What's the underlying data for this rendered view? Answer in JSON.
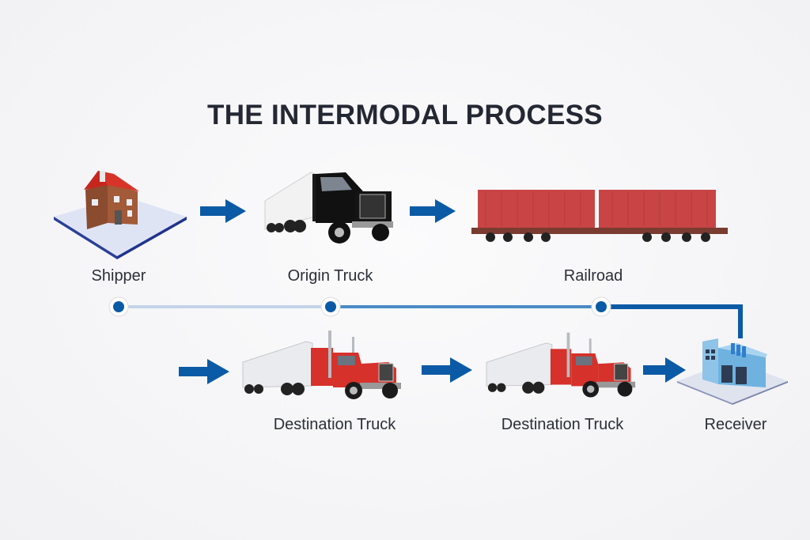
{
  "title": "THE INTERMODAL PROCESS",
  "colors": {
    "accent": "#0b5aa6",
    "text": "#232833",
    "container_red": "#c94545",
    "truck_red": "#d6312a"
  },
  "steps": [
    {
      "label": "Shipper",
      "icon": "house-icon"
    },
    {
      "label": "Origin Truck",
      "icon": "black-semi-truck-icon"
    },
    {
      "label": "Railroad",
      "icon": "container-railcar-icon"
    },
    {
      "label": "Destination Truck",
      "icon": "red-semi-truck-icon"
    },
    {
      "label": "Destination Truck",
      "icon": "red-semi-truck-icon"
    },
    {
      "label": "Receiver",
      "icon": "warehouse-icon"
    }
  ],
  "timeline": {
    "nodes": 3
  }
}
